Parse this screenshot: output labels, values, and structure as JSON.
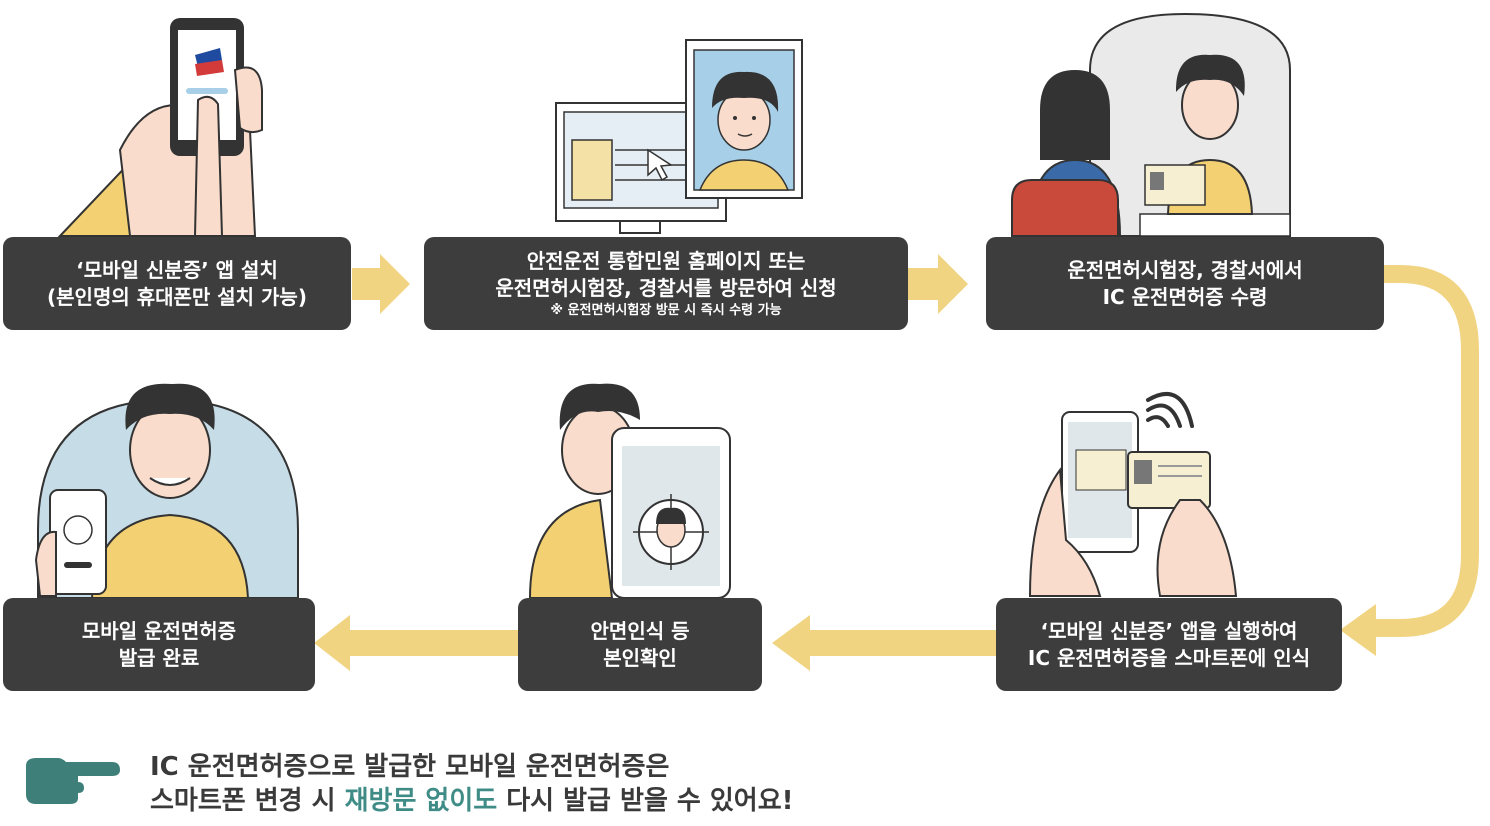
{
  "colors": {
    "box_bg": "#3d3d3d",
    "arrow": "#f1d482",
    "accent_teal": "#3f8c86",
    "shirt_yellow": "#f3d173",
    "skin": "#f9dccc"
  },
  "steps": [
    {
      "lines": [
        "‘모바일 신분증’ 앱 설치",
        "(본인명의 휴대폰만 설치 가능)"
      ],
      "note": ""
    },
    {
      "lines": [
        "안전운전 통합민원 홈페이지 또는",
        "운전면허시험장, 경찰서를 방문하여 신청"
      ],
      "note": "※ 운전면허시험장 방문 시 즉시 수령 가능"
    },
    {
      "lines": [
        "운전면허시험장, 경찰서에서",
        "IC 운전면허증 수령"
      ],
      "note": ""
    },
    {
      "lines": [
        "‘모바일 신분증’ 앱을 실행하여",
        "IC 운전면허증을 스마트폰에 인식"
      ],
      "note": ""
    },
    {
      "lines": [
        "안면인식 등",
        "본인확인"
      ],
      "note": ""
    },
    {
      "lines": [
        "모바일 운전면허증",
        "발급 완료"
      ],
      "note": ""
    }
  ],
  "footer": {
    "line1": "IC 운전면허증으로 발급한 모바일 운전면허증은",
    "line2_before": "스마트폰 변경 시 ",
    "line2_highlight": "재방문 없이도",
    "line2_after": " 다시 발급 받을 수 있어요!"
  },
  "icons": {
    "pointer": "pointing-hand-icon",
    "wifi": "nfc-signal-icon"
  }
}
